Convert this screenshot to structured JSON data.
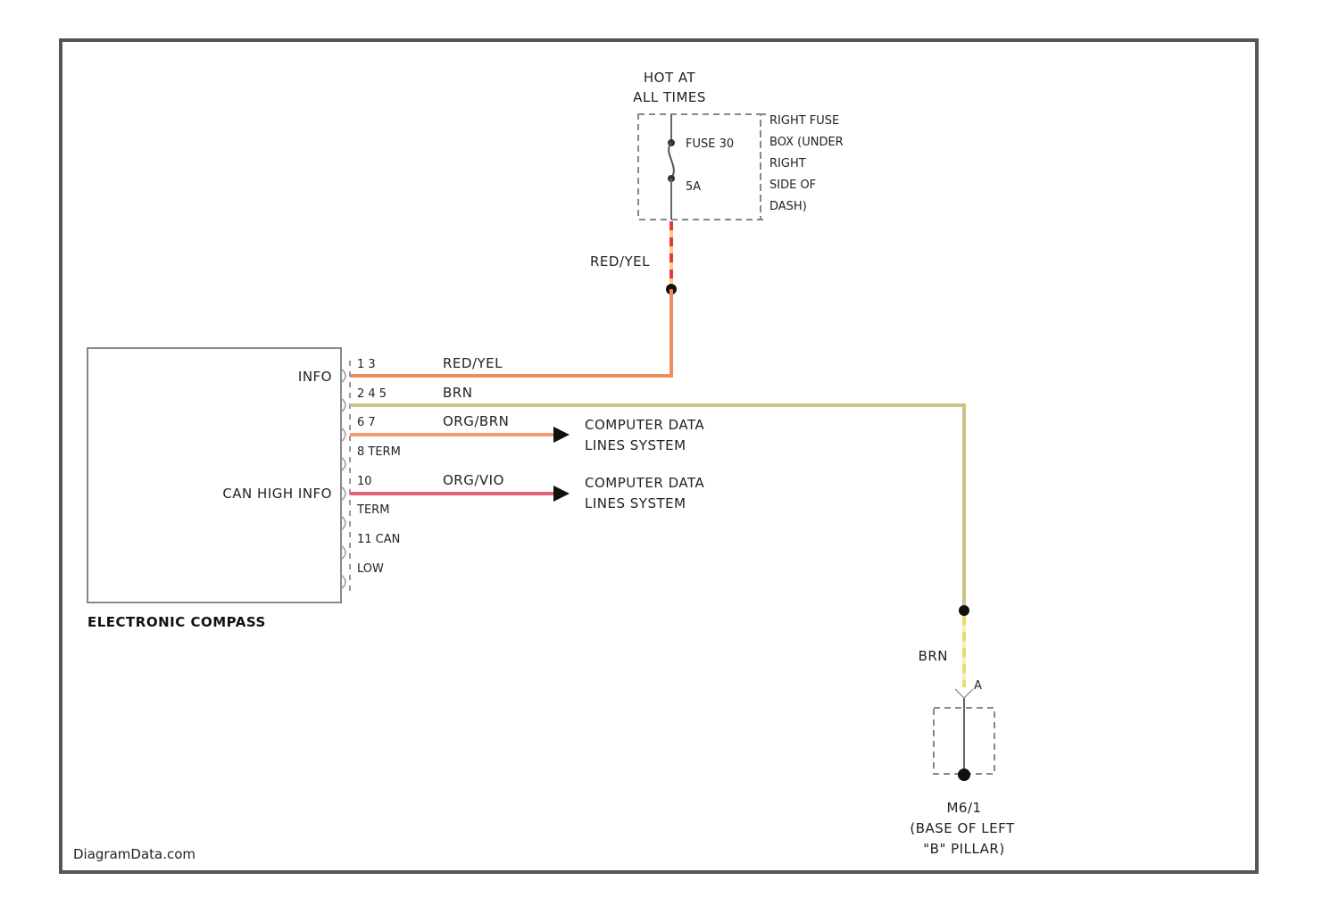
{
  "colors": {
    "frame": "#555555",
    "red_yel": "#f08c5a",
    "red_yel_dash_a": "#e8324a",
    "red_yel_dash_b": "#f7d27a",
    "brn": "#c8c48a",
    "brn_dash": "#e8df6a",
    "org_brn": "#f29a6b",
    "org_vio": "#e8607a",
    "box": "#888888",
    "text": "#222222"
  },
  "power": {
    "hot_line1": "HOT AT",
    "hot_line2": "ALL TIMES",
    "fuse_label": "FUSE 30",
    "fuse_amps": "5A",
    "fuse_box_line1": "RIGHT FUSE",
    "fuse_box_line2": "BOX (UNDER",
    "fuse_box_line3": "RIGHT",
    "fuse_box_line4": "SIDE OF",
    "fuse_box_line5": "DASH)",
    "wire_label": "RED/YEL"
  },
  "module": {
    "name": "ELECTRONIC COMPASS",
    "pin_info_label": "INFO",
    "pin_can_label": "CAN HIGH INFO",
    "pins": {
      "p1": "1 3",
      "p2": "2 4 5",
      "p3": "6 7",
      "p4": "8 TERM",
      "p5": "10",
      "p6": "TERM",
      "p7": "11 CAN",
      "p8": "LOW"
    }
  },
  "wires": {
    "w1": "RED/YEL",
    "w2": "BRN",
    "w3": "ORG/BRN",
    "w4": "ORG/VIO",
    "ground_wire": "BRN"
  },
  "destinations": {
    "d1_line1": "COMPUTER DATA",
    "d1_line2": "LINES SYSTEM",
    "d2_line1": "COMPUTER DATA",
    "d2_line2": "LINES SYSTEM"
  },
  "ground": {
    "pin": "A",
    "id": "M6/1",
    "loc_line1": "(BASE OF LEFT",
    "loc_line2": "\"B\" PILLAR)"
  },
  "watermark": "DiagramData.com"
}
